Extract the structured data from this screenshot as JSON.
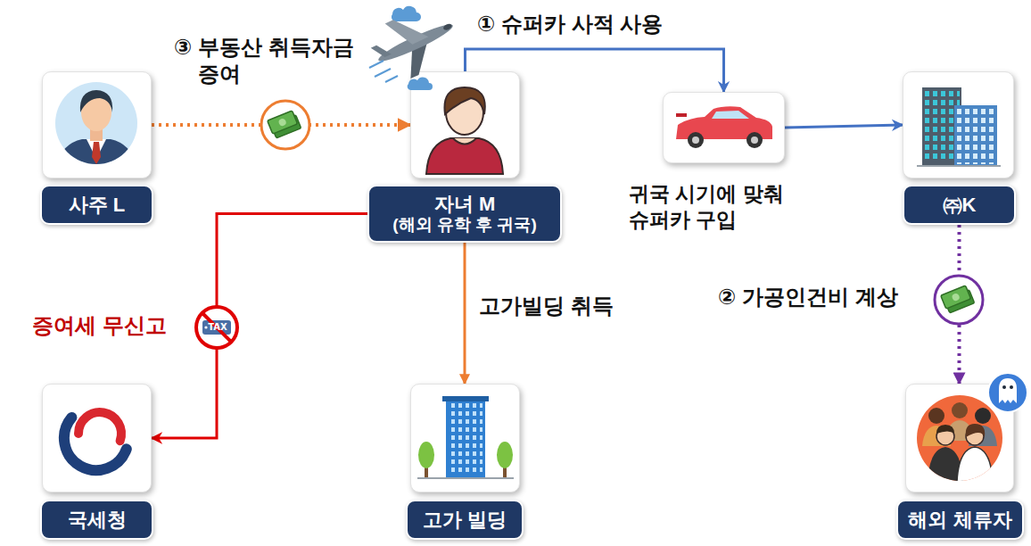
{
  "diagram": {
    "nodes": [
      {
        "text": [
          "사주 L"
        ]
      },
      {
        "text": [
          "자녀 M",
          "(해외 유학 후 귀국)"
        ]
      },
      {
        "text": [
          "귀국 시기에 맞춰 슈퍼카 구입"
        ]
      },
      {
        "text": [
          "㈜K"
        ]
      },
      {
        "text": [
          "국세청"
        ]
      },
      {
        "text": [
          "고가 빌딩"
        ]
      },
      {
        "text": [
          "해외 체류자"
        ]
      }
    ],
    "edges": [
      {
        "from": 0,
        "to": 1,
        "arrow": "to",
        "label": "③ 부동산 취득자금 증여"
      },
      {
        "from": 1,
        "to": 2,
        "arrow": "to",
        "label": "① 슈퍼카 사적 사용"
      },
      {
        "from": 2,
        "to": 3,
        "arrow": "to"
      },
      {
        "from": 3,
        "to": 6,
        "arrow": "to",
        "label": "② 가공인건비 계상"
      },
      {
        "from": 1,
        "to": 4,
        "arrow": "to",
        "label": "증여세 무신고"
      },
      {
        "from": 1,
        "to": 5,
        "arrow": "to",
        "label": "고가빌딩 취득"
      }
    ],
    "labels": [
      "TAX"
    ]
  }
}
